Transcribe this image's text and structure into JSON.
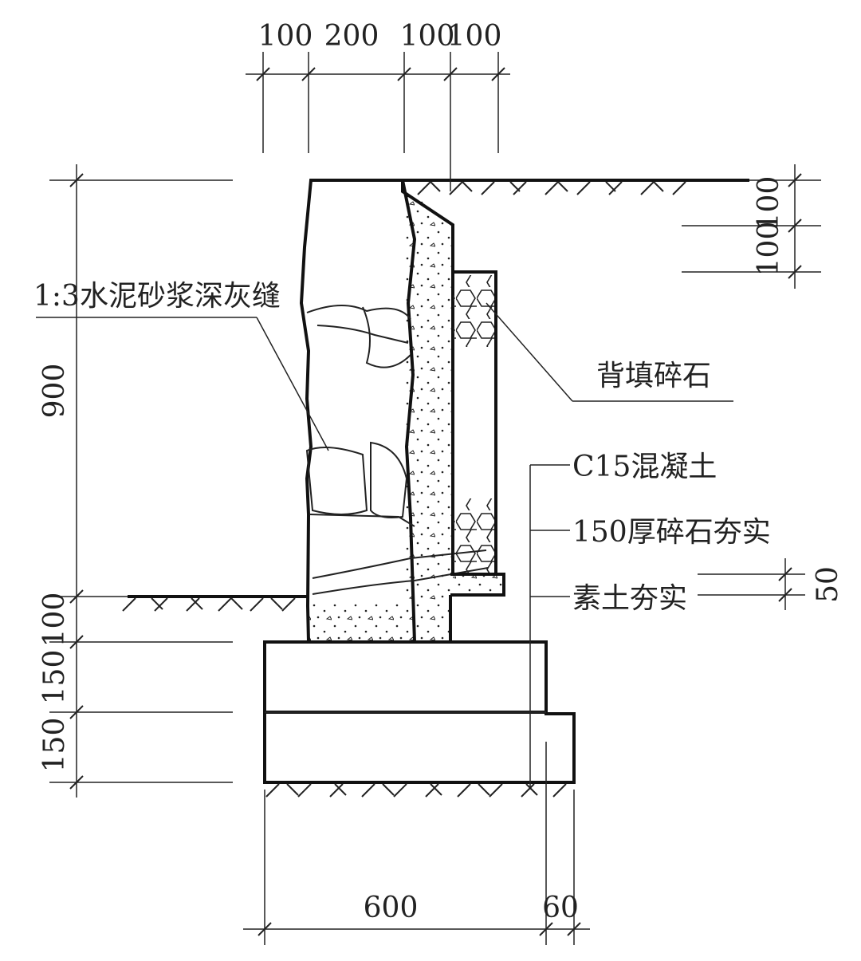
{
  "dims": {
    "top": [
      "100",
      "200",
      "100",
      "100"
    ],
    "right": [
      "100",
      "100"
    ],
    "left_height": "900",
    "left_bottom": [
      "100",
      "150",
      "150"
    ],
    "gap": "50",
    "bottom_width": "600",
    "bottom_toe": "60"
  },
  "labels": {
    "mortar_joint": "1:3水泥砂浆深灰缝",
    "backfill": "背填碎石",
    "concrete": "C15混凝土",
    "gravel": "150厚碎石夯实",
    "soil": "素土夯实"
  }
}
